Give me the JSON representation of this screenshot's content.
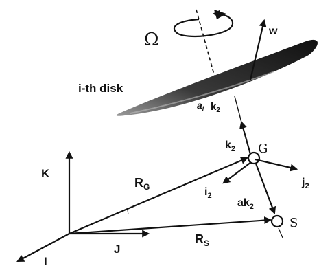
{
  "diagram": {
    "disk_label": "i-th disk",
    "omega": "Ω",
    "w": "w",
    "a_i": "a",
    "a_i_sub": "i",
    "disk_k2": "k",
    "disk_k2_sub": "2",
    "k2": "k",
    "k2_sub": "2",
    "G": "G",
    "j2": "j",
    "j2_sub": "2",
    "i2": "i",
    "i2_sub": "2",
    "ak2": "ak",
    "ak2_sub": "2",
    "S": "S",
    "K": "K",
    "RG": "R",
    "RG_sub": "G",
    "J": "J",
    "RS": "R",
    "RS_sub": "S",
    "I": "I"
  }
}
